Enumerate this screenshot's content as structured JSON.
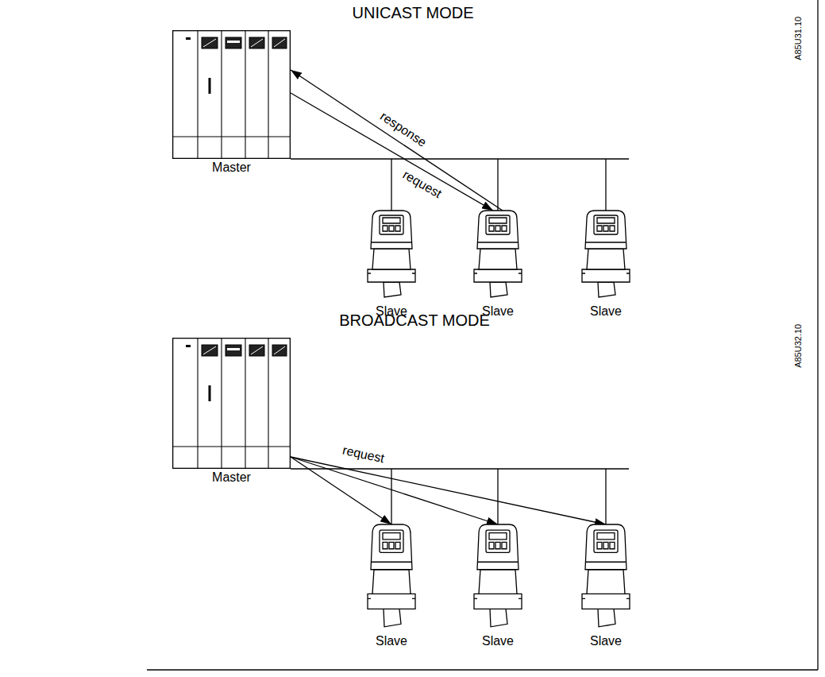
{
  "diagram": {
    "nodes": [
      {
        "text": [
          "Master"
        ]
      },
      {
        "text": [
          "Slave"
        ]
      },
      {
        "text": [
          "Slave"
        ]
      },
      {
        "text": [
          "Slave"
        ]
      },
      {
        "text": [
          "Master"
        ]
      },
      {
        "text": [
          "Slave"
        ]
      },
      {
        "text": [
          "Slave"
        ]
      },
      {
        "text": [
          "Slave"
        ]
      }
    ],
    "edges": [
      {
        "from": 0,
        "to": 2,
        "arrow": "to",
        "label": "request"
      },
      {
        "from": 2,
        "to": 0,
        "arrow": "to",
        "label": "response"
      },
      {
        "from": 4,
        "to": 5,
        "arrow": "to"
      },
      {
        "from": 4,
        "to": 6,
        "arrow": "to"
      },
      {
        "from": 4,
        "to": 7,
        "arrow": "to",
        "label": "request"
      }
    ],
    "labels": [
      "UNICAST MODE",
      "A85U31.10",
      "BROADCAST MODE",
      "A85U32.10"
    ]
  }
}
